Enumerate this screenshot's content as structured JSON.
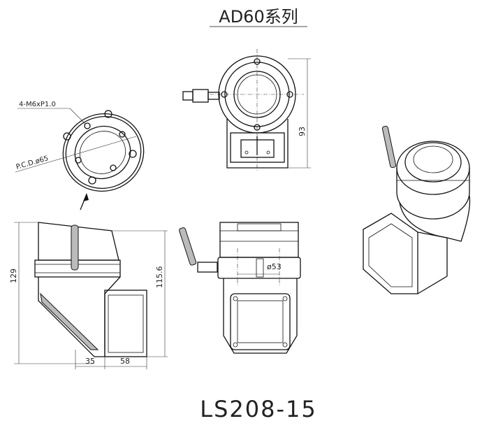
{
  "title": "AD60系列",
  "model": "LS208-15",
  "callouts": {
    "thread": "4-M6xP1.0",
    "pcd": "P.C.D.ø65"
  },
  "dimensions": {
    "height_front": "93",
    "height_total": "129",
    "height_inner": "115.6",
    "diameter": "ø53",
    "width_a": "35",
    "width_b": "58"
  }
}
